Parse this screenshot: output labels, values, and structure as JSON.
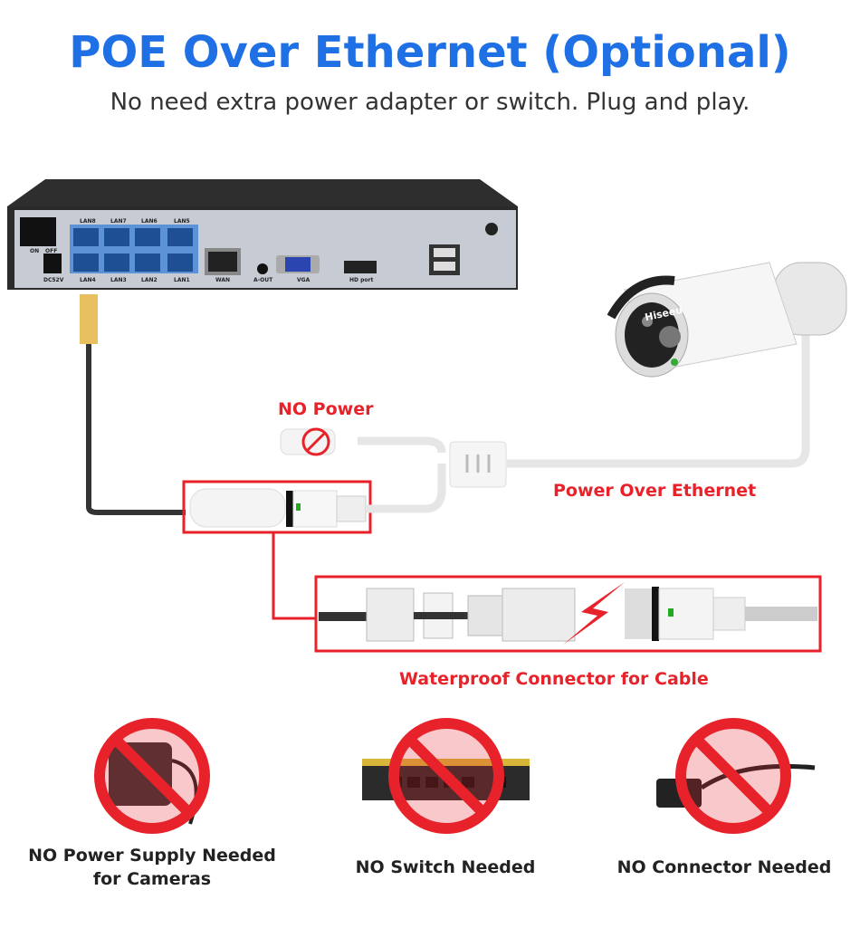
{
  "header": {
    "title": "POE Over Ethernet (Optional)",
    "subtitle": "No need extra power adapter or switch. Plug and play."
  },
  "nvr": {
    "switch_labels": [
      "ON",
      "OFF"
    ],
    "power_label": "DC52V",
    "lan_top": [
      "LAN8",
      "LAN7",
      "LAN6",
      "LAN5"
    ],
    "lan_bottom": [
      "LAN4",
      "LAN3",
      "LAN2",
      "LAN1"
    ],
    "ports": [
      "WAN",
      "A-OUT",
      "VGA",
      "HD port"
    ]
  },
  "camera": {
    "brand": "Hiseeu"
  },
  "diagram": {
    "no_power": "NO Power",
    "poe": "Power Over Ethernet",
    "waterproof": "Waterproof Connector for Cable"
  },
  "bottom": {
    "items": [
      {
        "line1": "NO Power Supply Needed",
        "line2": "for Cameras"
      },
      {
        "line1": "NO Switch Needed"
      },
      {
        "line1": "NO Connector Needed"
      }
    ]
  },
  "colors": {
    "title": "#1f6fe5",
    "red": "#e8222a"
  }
}
